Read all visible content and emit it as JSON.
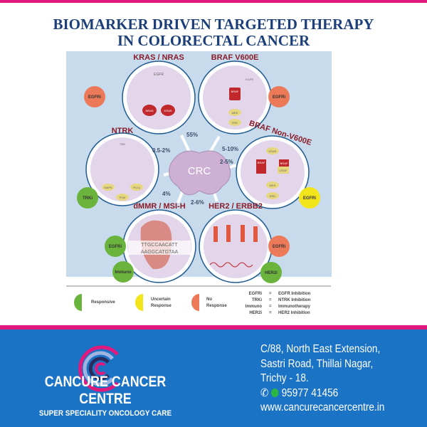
{
  "title": {
    "line1": "BIOMARKER DRIVEN TARGETED THERAPY",
    "line2": "IN COLORECTAL CANCER"
  },
  "diagram": {
    "center": "CRC",
    "subtypes": [
      {
        "name": "KRAS / NRAS",
        "percent": "55%",
        "labels": [
          "EGFR",
          "NRAS",
          "KRAS"
        ]
      },
      {
        "name": "BRAF V600E",
        "percent": "5-10%",
        "labels": [
          "EGFR",
          "BRAF",
          "MEK",
          "ERK"
        ]
      },
      {
        "name": "NTRK",
        "percent": "0.5-2%",
        "labels": [
          "TRK",
          "MAPK",
          "PI3K",
          "PLCγ"
        ]
      },
      {
        "name": "BRAF Non-V600E",
        "percent": "2-5%",
        "labels": [
          "KRAS",
          "BRAF",
          "BRAF",
          "CRAF",
          "MEK",
          "ERK"
        ]
      },
      {
        "name": "dMMR / MSI-H",
        "percent": "4%",
        "labels": [
          "TTGCCAACATT",
          "AAGGCATGTAA"
        ]
      },
      {
        "name": "HER2 / ERBB2",
        "percent": "2-6%",
        "labels": []
      }
    ],
    "badges": [
      "EGFRi",
      "EGFRi",
      "TRKi",
      "EGFRi",
      "EGFRi",
      "Immuno",
      "EGFRi",
      "HER2i"
    ]
  },
  "legend": {
    "responses": [
      {
        "label1": "Responsive",
        "label2": "",
        "color": "#6ab43e"
      },
      {
        "label1": "Uncertain",
        "label2": "Response",
        "color": "#f3e51c"
      },
      {
        "label1": "No",
        "label2": "Response",
        "color": "#ec7a58"
      }
    ],
    "abbreviations": [
      {
        "abbr": "EGFRi",
        "eq": "=",
        "full": "EGFR Inhibition"
      },
      {
        "abbr": "TRKi",
        "eq": "=",
        "full": "NTRK Inhibition"
      },
      {
        "abbr": "Immuno",
        "eq": "=",
        "full": "Immunotherapy"
      },
      {
        "abbr": "HER2i",
        "eq": "=",
        "full": "HER2 Inhibition"
      }
    ]
  },
  "footer": {
    "brand": "CANCURE CANCER CENTRE",
    "tagline": "SUPER SPECIALITY ONCOLOGY CARE",
    "address": [
      "C/88, North East Extension,",
      "Sastri Road, Thillai Nagar,",
      "Trichy - 18."
    ],
    "phone": "95977 41456",
    "website": "www.cancurecancercentre.in"
  }
}
